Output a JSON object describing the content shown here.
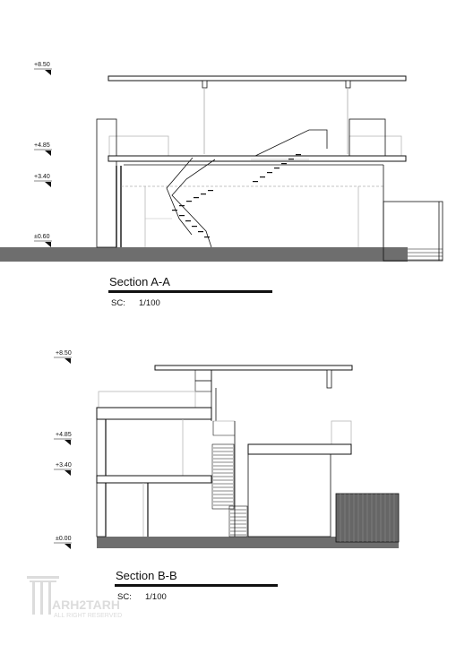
{
  "section_a": {
    "title": "Section A-A",
    "scale_label": "SC:",
    "scale_value": "1/100",
    "levels": [
      "+8.50",
      "+4.85",
      "+3.40",
      "±0.60"
    ]
  },
  "section_b": {
    "title": "Section B-B",
    "scale_label": "SC:",
    "scale_value": "1/100",
    "levels": [
      "+8.50",
      "+4.85",
      "+3.40",
      "±0.00"
    ]
  },
  "watermark": {
    "brand": "ARH2TARH",
    "rights": "ALL RIGHT RESERVED"
  },
  "colors": {
    "line": "#111111",
    "ground": "#6e6e6e",
    "light_line": "#b8b8b8",
    "watermark": "#d6d6d6"
  }
}
